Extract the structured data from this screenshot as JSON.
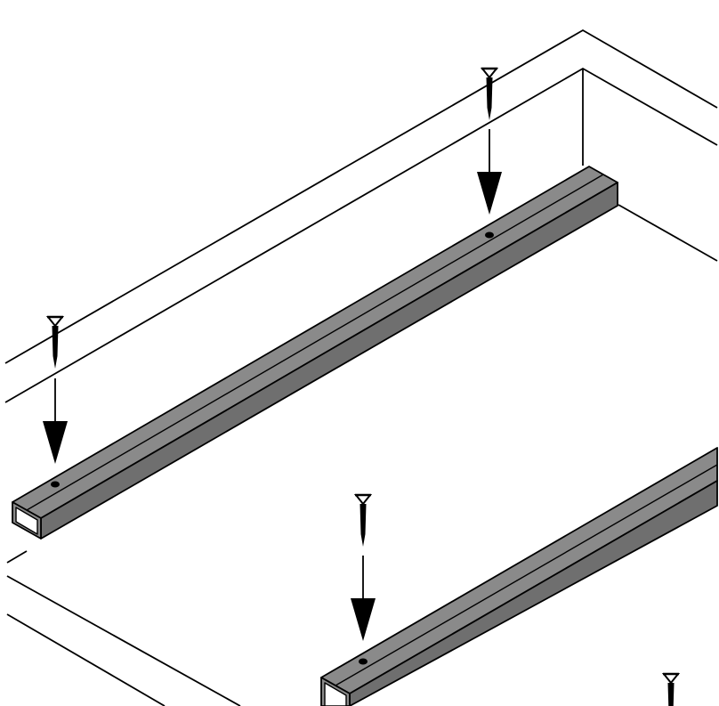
{
  "diagram": {
    "kind": "isometric assembly instruction",
    "colors": {
      "background": "#ffffff",
      "line": "#000000",
      "rail_top": "#8a8a8a",
      "rail_side": "#6f6f6f",
      "rail_end": "#bdbdbd"
    },
    "parts": {
      "rails": 2,
      "screws": 4
    },
    "icons": [
      "screw-icon",
      "down-arrow-icon"
    ]
  }
}
